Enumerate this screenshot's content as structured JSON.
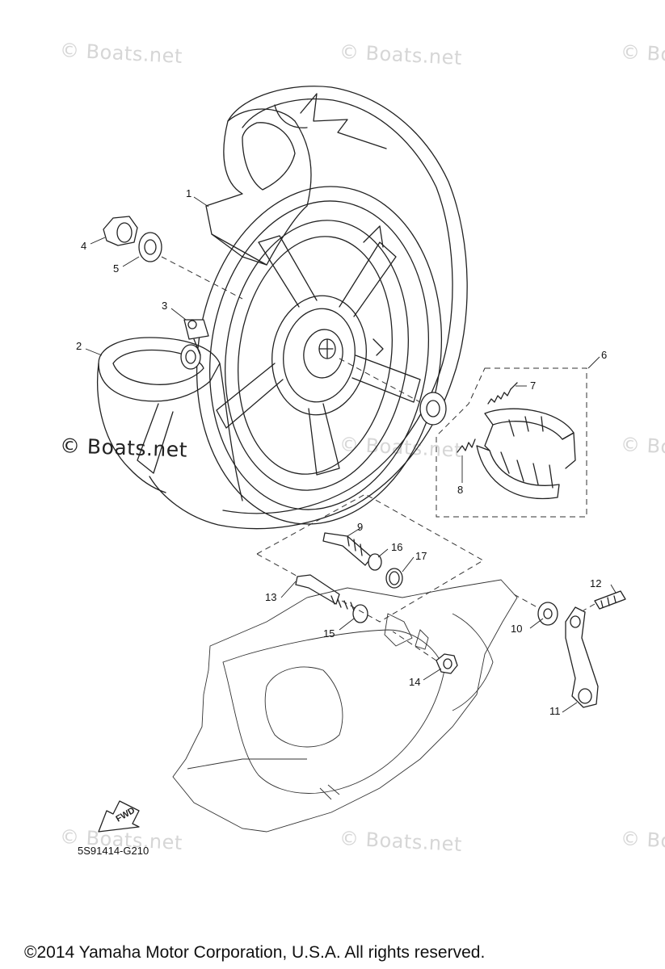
{
  "watermarks": {
    "top_left": "© Boats.net",
    "top_center": "© Boats.net",
    "top_right": "© Bo",
    "mid_left_dark": "© Boats.net",
    "mid_center": "© Boats.net",
    "mid_right": "© Bo",
    "bottom_left": "© Boats.net",
    "bottom_center": "© Boats.net",
    "bottom_right": "© Bo"
  },
  "callouts": {
    "p1": "1",
    "p2": "2",
    "p3": "3",
    "p4": "4",
    "p5": "5",
    "p6": "6",
    "p7": "7",
    "p8": "8",
    "p9": "9",
    "p10": "10",
    "p11": "11",
    "p12": "12",
    "p13": "13",
    "p14": "14",
    "p15": "15",
    "p16": "16",
    "p17": "17"
  },
  "fwd_label": "FWD",
  "diagram_code": "5S91414-G210",
  "copyright": "©2014 Yamaha Motor Corporation, U.S.A. All rights reserved.",
  "colors": {
    "line": "#222222",
    "watermark": "#d6d6d6",
    "background": "#ffffff"
  }
}
